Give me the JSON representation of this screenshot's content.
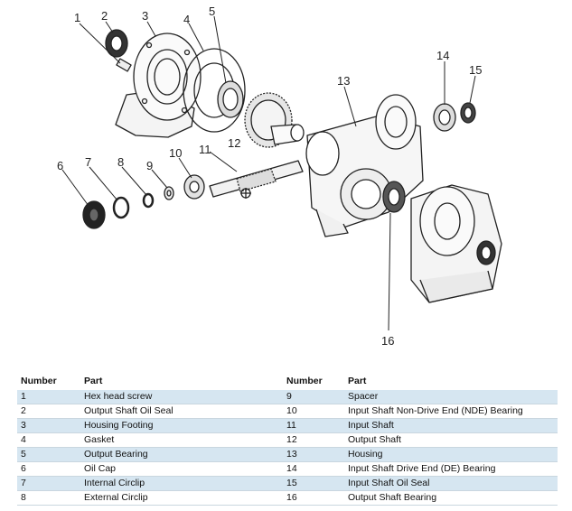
{
  "callouts": [
    "1",
    "2",
    "3",
    "4",
    "5",
    "6",
    "7",
    "8",
    "9",
    "10",
    "11",
    "12",
    "13",
    "14",
    "15",
    "16"
  ],
  "table": {
    "headers": {
      "number": "Number",
      "part": "Part",
      "number2": "Number",
      "part2": "Part"
    },
    "rows": [
      {
        "n1": "1",
        "p1": "Hex head screw",
        "n2": "9",
        "p2": "Spacer"
      },
      {
        "n1": "2",
        "p1": "Output Shaft Oil Seal",
        "n2": "10",
        "p2": "Input Shaft Non-Drive End (NDE) Bearing"
      },
      {
        "n1": "3",
        "p1": "Housing Footing",
        "n2": "11",
        "p2": "Input Shaft"
      },
      {
        "n1": "4",
        "p1": "Gasket",
        "n2": "12",
        "p2": "Output Shaft"
      },
      {
        "n1": "5",
        "p1": "Output Bearing",
        "n2": "13",
        "p2": "Housing"
      },
      {
        "n1": "6",
        "p1": "Oil Cap",
        "n2": "14",
        "p2": "Input Shaft Drive End (DE) Bearing"
      },
      {
        "n1": "7",
        "p1": "Internal Circlip",
        "n2": "15",
        "p2": "Input Shaft Oil Seal"
      },
      {
        "n1": "8",
        "p1": "External Circlip",
        "n2": "16",
        "p2": "Output Shaft Bearing"
      }
    ]
  },
  "colors": {
    "row_band": "#d6e6f1",
    "line": "#222222"
  }
}
